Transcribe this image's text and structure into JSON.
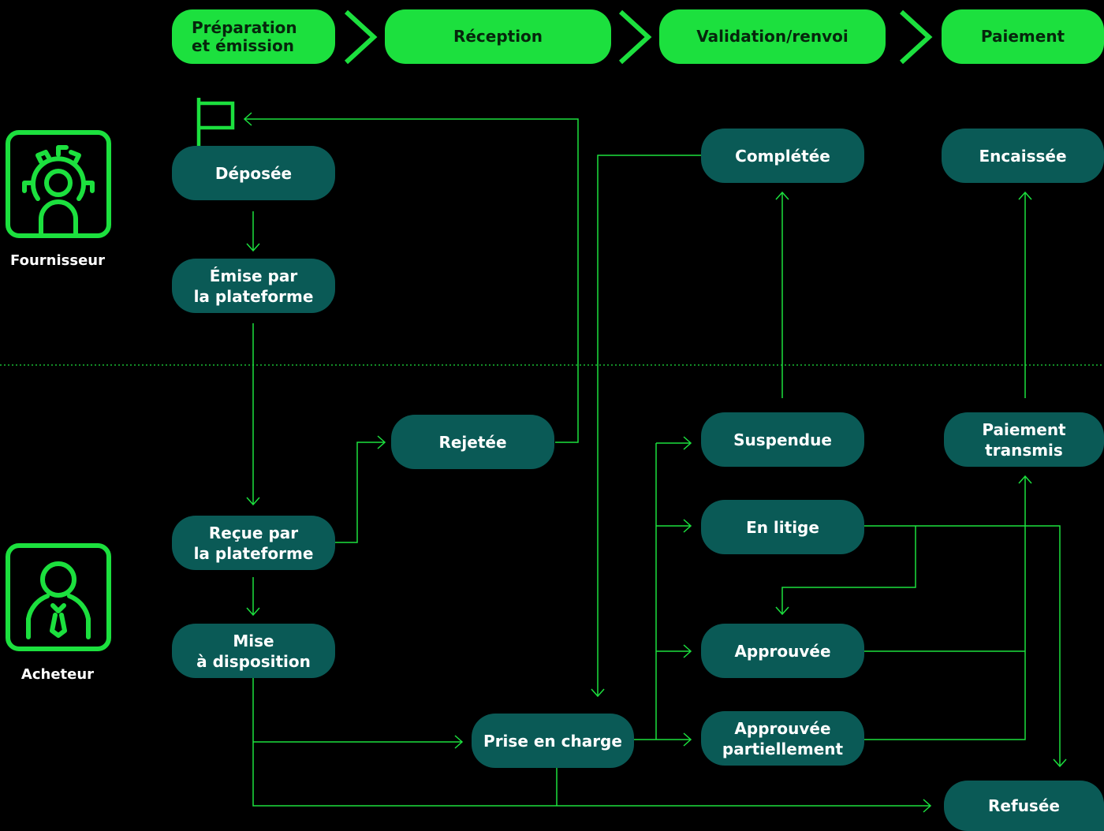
{
  "phases": {
    "preparation": "Préparation\net émission",
    "reception": "Réception",
    "validation": "Validation/renvoi",
    "paiement": "Paiement"
  },
  "actors": {
    "fournisseur": {
      "label": "Fournisseur",
      "icon": "supplier-gear-person-icon"
    },
    "acheteur": {
      "label": "Acheteur",
      "icon": "buyer-person-tie-icon"
    }
  },
  "nodes": {
    "deposee": "Déposée",
    "emise": "Émise par\nla plateforme",
    "recue": "Reçue par\nla plateforme",
    "mise": "Mise\nà disposition",
    "rejetee": "Rejetée",
    "prise": "Prise en charge",
    "completee": "Complétée",
    "suspendue": "Suspendue",
    "litige": "En litige",
    "approuvee": "Approuvée",
    "approuvee_part": "Approuvée\npartiellement",
    "encaissee": "Encaissée",
    "paiement_transmis": "Paiement\ntransmis",
    "refusee": "Refusée"
  },
  "colors": {
    "background": "#000000",
    "accent": "#1ce03e",
    "node": "#0a5a56",
    "phase_text": "#06260c"
  },
  "icons": {
    "start": "flag-icon"
  }
}
